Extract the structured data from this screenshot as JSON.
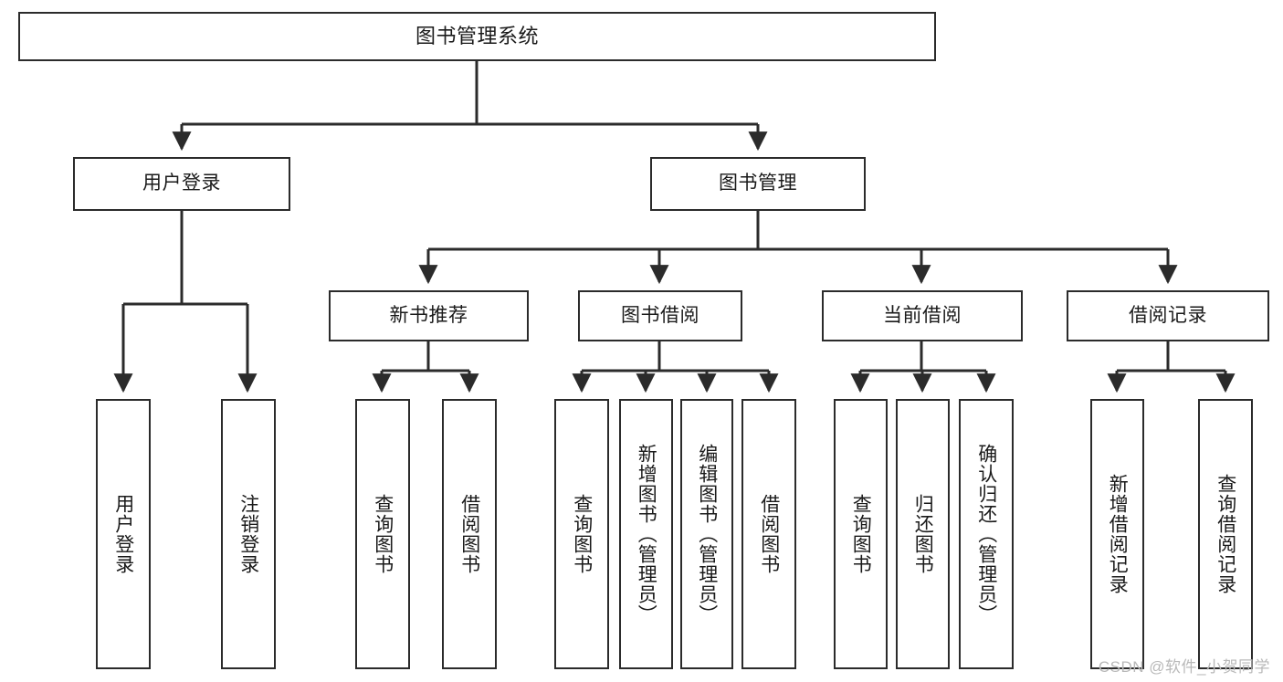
{
  "diagram": {
    "title": "图书管理系统",
    "type": "tree-structure-chart",
    "watermark": "CSDN @软件_小贺同学",
    "colors": {
      "box_border": "#2b2b2b",
      "box_fill": "#ffffff",
      "connector": "#2b2b2b",
      "text": "#1a1a1a",
      "watermark": "#b9b9b9"
    }
  },
  "nodes": {
    "root": {
      "label": "图书管理系统"
    },
    "level2": [
      {
        "label": "用户登录"
      },
      {
        "label": "图书管理"
      }
    ],
    "level3": [
      {
        "label": "新书推荐"
      },
      {
        "label": "图书借阅"
      },
      {
        "label": "当前借阅"
      },
      {
        "label": "借阅记录"
      }
    ],
    "leaves": {
      "user_login": [
        {
          "label": "用户登录"
        },
        {
          "label": "注销登录"
        }
      ],
      "new_book_recommend": [
        {
          "label": "查询图书"
        },
        {
          "label": "借阅图书"
        }
      ],
      "book_borrow": [
        {
          "label": "查询图书"
        },
        {
          "label": "新增图书（管理员）"
        },
        {
          "label": "编辑图书（管理员）"
        },
        {
          "label": "借阅图书"
        }
      ],
      "current_borrow": [
        {
          "label": "查询图书"
        },
        {
          "label": "归还图书"
        },
        {
          "label": "确认归还（管理员）"
        }
      ],
      "borrow_record": [
        {
          "label": "新增借阅记录"
        },
        {
          "label": "查询借阅记录"
        }
      ]
    }
  }
}
